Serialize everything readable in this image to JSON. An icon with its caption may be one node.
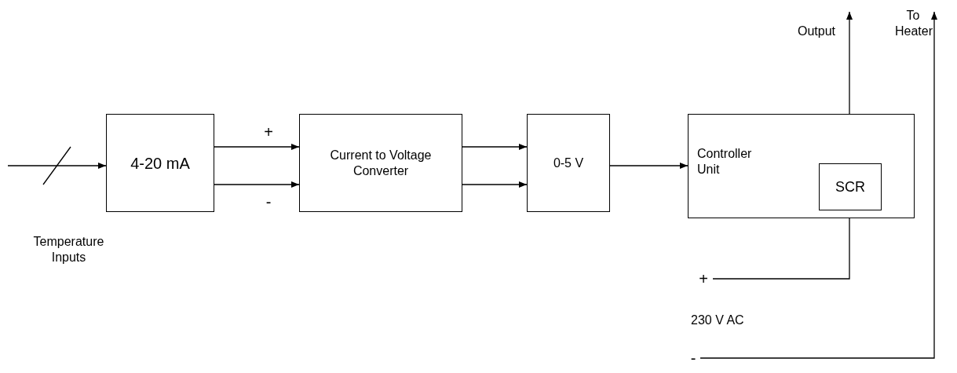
{
  "diagram": {
    "nodes": [
      {
        "text": [
          "4-20 mA"
        ]
      },
      {
        "text": [
          "Current to Voltage Converter"
        ]
      },
      {
        "text": [
          "0-5 V"
        ]
      },
      {
        "text": [
          "Controller Unit"
        ]
      },
      {
        "text": [
          "SCR"
        ],
        "in": 3
      },
      {
        "text": [
          "+"
        ]
      },
      {
        "text": [
          "-"
        ]
      }
    ],
    "edges": [
      {
        "from": null,
        "to": 0,
        "arrow": "to"
      },
      {
        "from": 0,
        "to": 1,
        "arrow": "to",
        "label": "+"
      },
      {
        "from": 0,
        "to": 1,
        "arrow": "to",
        "label": "-"
      },
      {
        "from": 1,
        "to": 2,
        "arrow": "to"
      },
      {
        "from": 1,
        "to": 2,
        "arrow": "to"
      },
      {
        "from": 2,
        "to": 3,
        "arrow": "to"
      },
      {
        "from": 4,
        "to": null,
        "arrow": "to",
        "label": "Output"
      },
      {
        "from": 5,
        "to": 4,
        "arrow": "to"
      },
      {
        "from": 6,
        "to": null,
        "arrow": "to",
        "label": "To Heater"
      }
    ],
    "labels": [
      "Temperature Inputs",
      "230 V AC"
    ]
  }
}
